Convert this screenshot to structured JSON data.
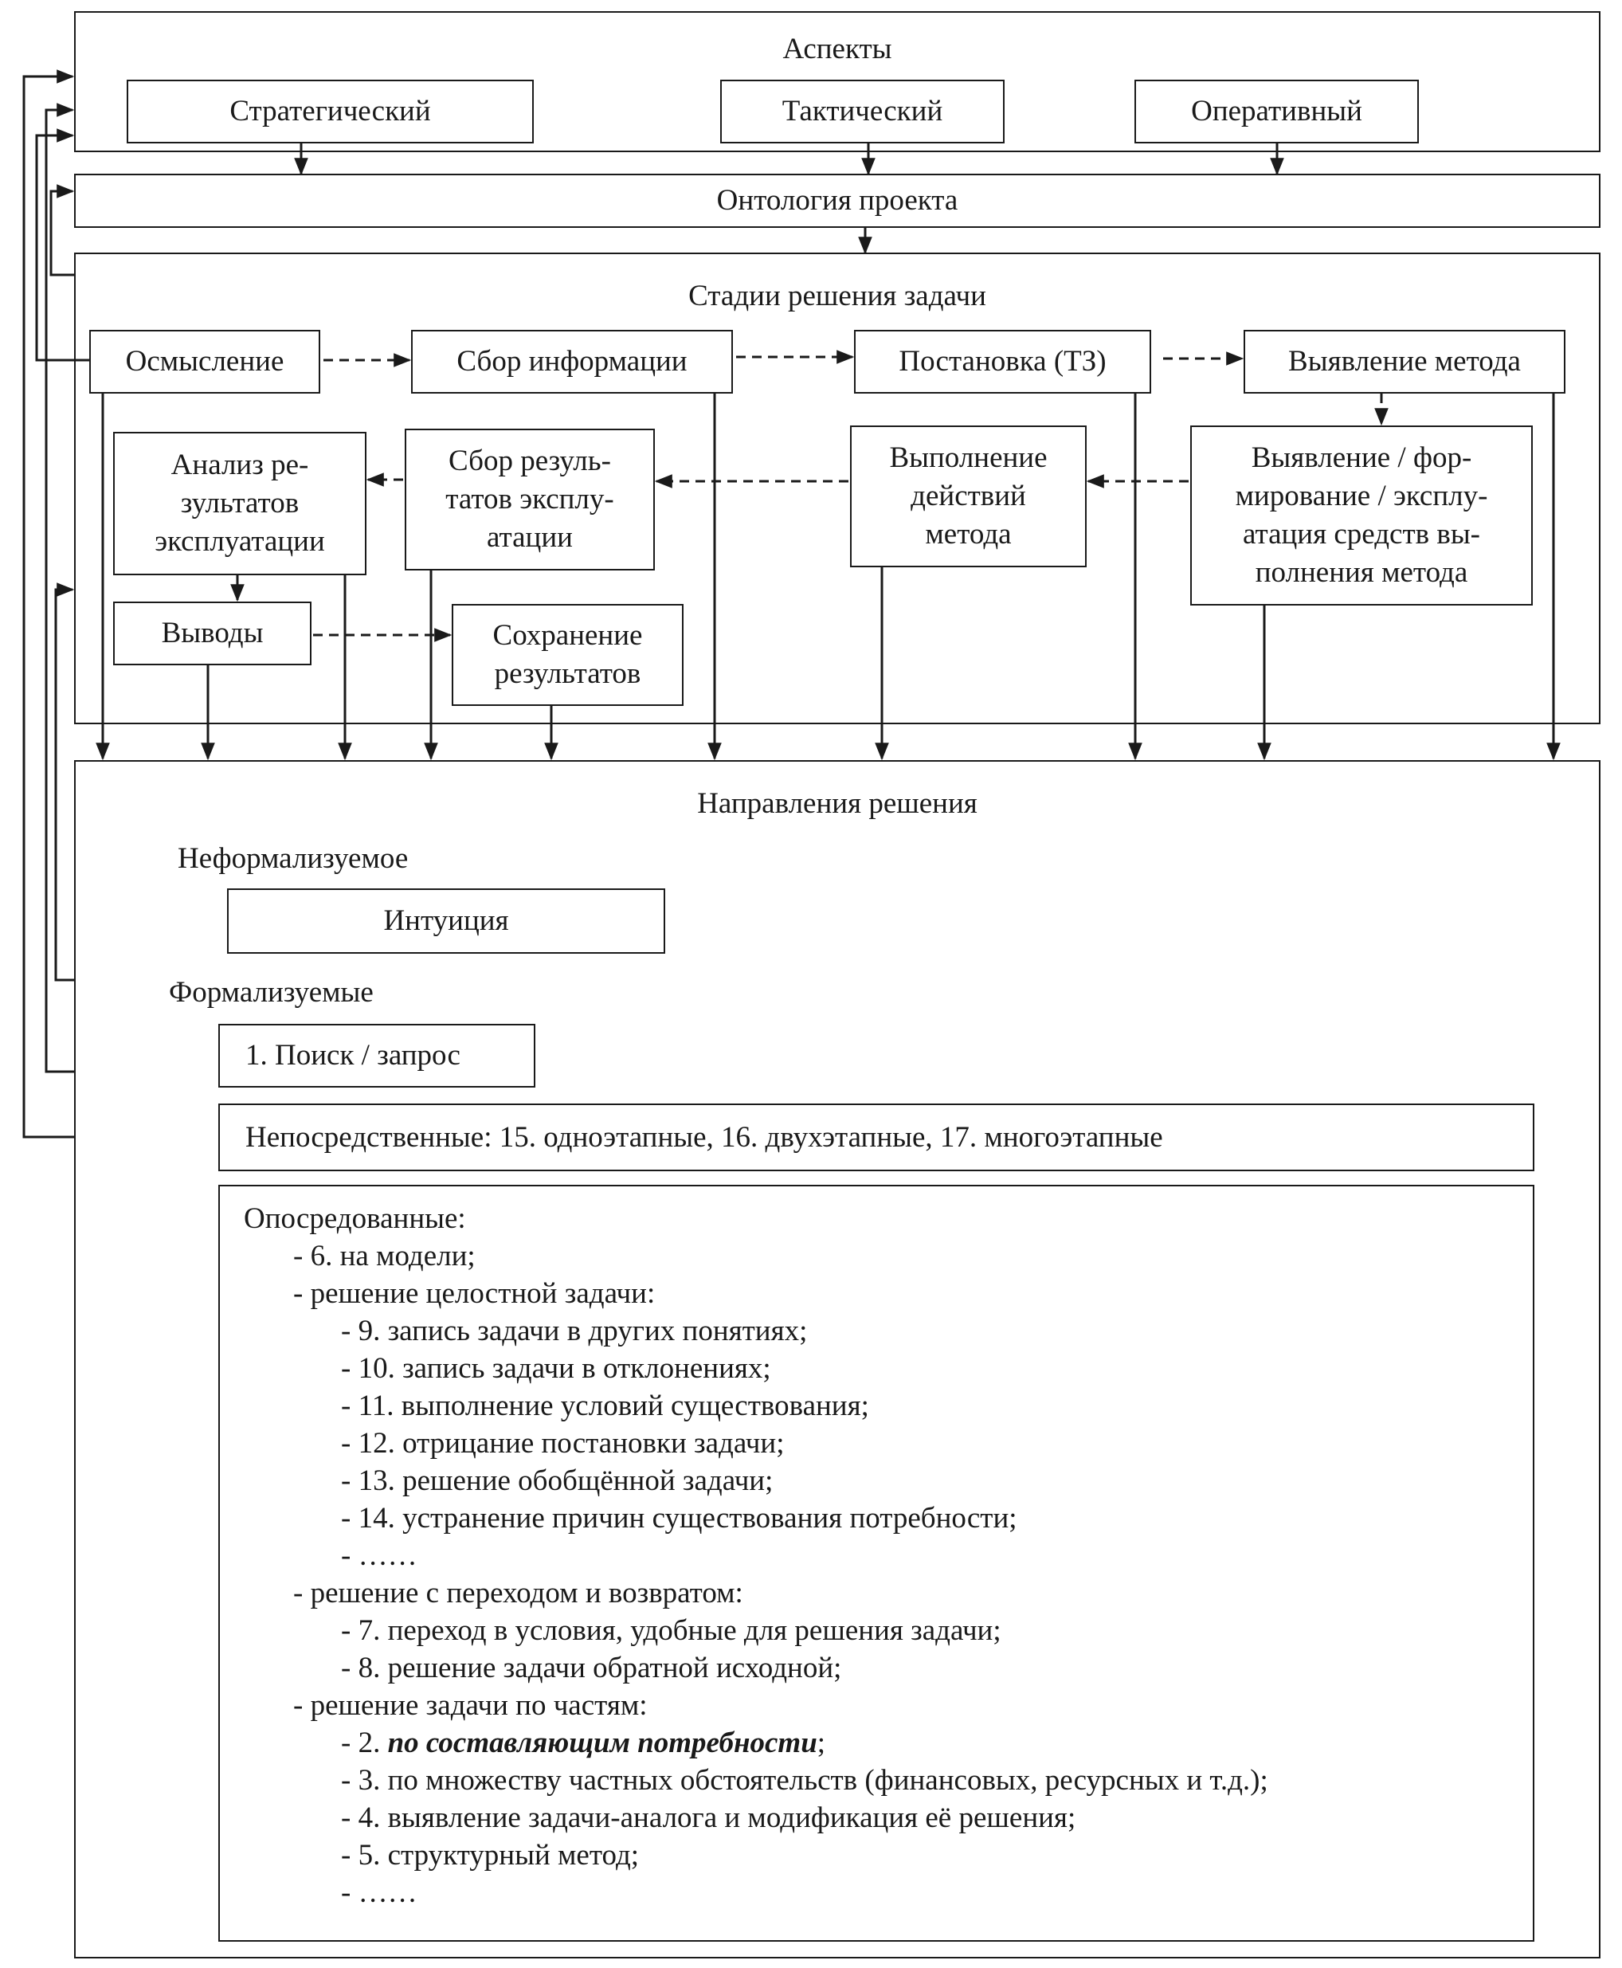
{
  "aspects": {
    "title": "Аспекты",
    "strategic": "Стратегический",
    "tactical": "Тактический",
    "operative": "Оперативный"
  },
  "ontology": {
    "title": "Онтология проекта"
  },
  "stages": {
    "title": "Стадии решения задачи",
    "comprehension": "Осмысление",
    "info_collection": "Сбор информации",
    "statement": "Постановка (ТЗ)",
    "method_identification": "Выявление метода",
    "means_lines": [
      "Выявление / фор-",
      "мирование / эксплу-",
      "атация средств вы-",
      "полнения метода"
    ],
    "execution_lines": [
      "Выполнение",
      "действий",
      "метода"
    ],
    "collection_results_lines": [
      "Сбор резуль-",
      "татов эксплу-",
      "атации"
    ],
    "analysis_lines": [
      "Анализ ре-",
      "зультатов",
      "эксплуатации"
    ],
    "conclusions": "Выводы",
    "save_lines": [
      "Сохранение",
      "результатов"
    ]
  },
  "directions": {
    "title": "Направления решения",
    "nonformal_heading": "Неформализуемое",
    "intuition": "Интуиция",
    "formal_heading": "Формализуемые",
    "search": "1. Поиск / запрос",
    "direct": "Непосредственные: 15. одноэтапные, 16. двухэтапные, 17. многоэтапные",
    "mediated": {
      "heading": "Опосредованные:",
      "model": "- 6. на модели;",
      "holistic": {
        "label": "- решение целостной задачи:",
        "items": [
          "- 9. запись задачи в других понятиях;",
          "- 10. запись задачи в отклонениях;",
          "- 11. выполнение условий существования;",
          "- 12. отрицание постановки задачи;",
          "- 13. решение обобщённой задачи;",
          "- 14. устранение причин существования потребности;",
          "- ……"
        ]
      },
      "transition": {
        "label": "- решение с переходом и возвратом:",
        "items": [
          "- 7. переход в условия, удобные для решения задачи;",
          "- 8. решение задачи обратной исходной;"
        ]
      },
      "parts": {
        "label": "- решение задачи по частям:",
        "item2_prefix": "- 2. ",
        "item2_emph": "по составляющим потребности",
        "item2_suffix": ";",
        "items": [
          "- 3. по множеству частных обстоятельств (финансовых, ресурсных и т.д.);",
          "- 4. выявление задачи-аналога и модификация её решения;",
          "- 5. структурный метод;",
          "- ……"
        ]
      }
    }
  }
}
